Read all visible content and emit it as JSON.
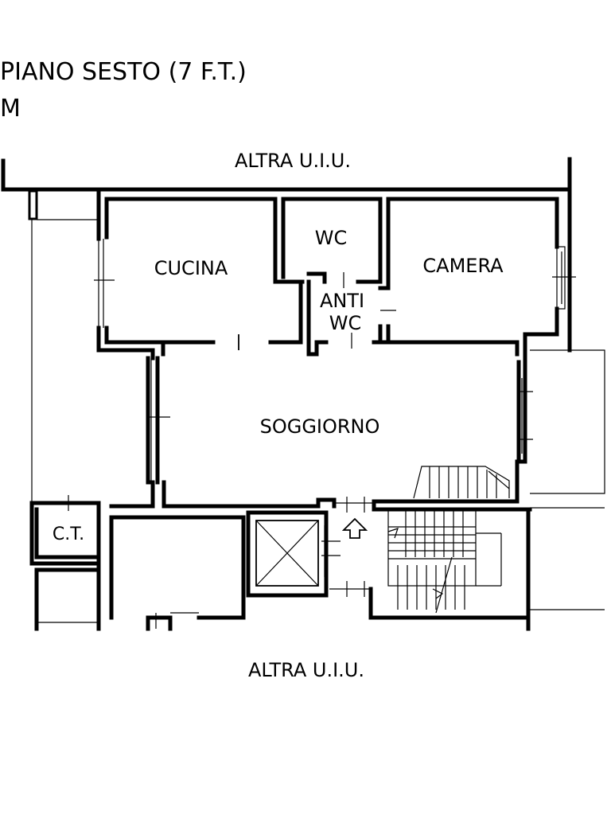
{
  "header": {
    "title": "PIANO SESTO (7 F.T.)",
    "subtitle": "M"
  },
  "labels": {
    "top_neighbor": "ALTRA U.I.U.",
    "bottom_neighbor": "ALTRA U.I.U.",
    "cucina": "CUCINA",
    "wc": "WC",
    "anti_wc_line1": "ANTI",
    "anti_wc_line2": "WC",
    "camera": "CAMERA",
    "soggiorno": "SOGGIORNO",
    "ct": "C.T."
  },
  "colors": {
    "ink": "#000000",
    "paper": "#ffffff"
  }
}
